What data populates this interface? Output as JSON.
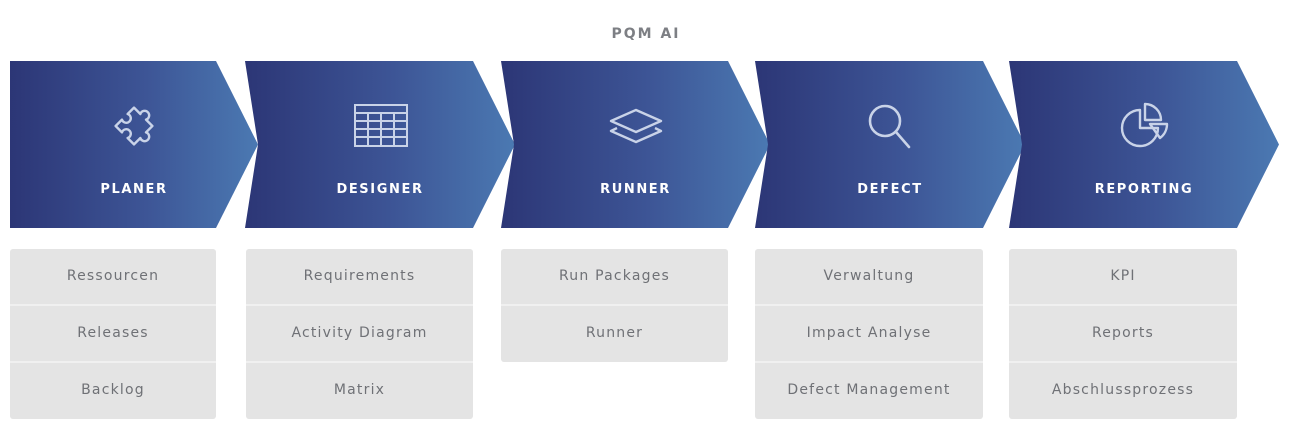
{
  "title": "PQM AI",
  "stages": [
    {
      "label": "PLANER",
      "icon": "puzzle-icon",
      "items": [
        "Ressourcen",
        "Releases",
        "Backlog"
      ]
    },
    {
      "label": "DESIGNER",
      "icon": "table-grid-icon",
      "items": [
        "Requirements",
        "Activity Diagram",
        "Matrix"
      ]
    },
    {
      "label": "RUNNER",
      "icon": "layers-icon",
      "items": [
        "Run Packages",
        "Runner"
      ]
    },
    {
      "label": "DEFECT",
      "icon": "search-icon",
      "items": [
        "Verwaltung",
        "Impact Analyse",
        "Defect Management"
      ]
    },
    {
      "label": "REPORTING",
      "icon": "pie-chart-icon",
      "items": [
        "KPI",
        "Reports",
        "Abschlussprozess"
      ]
    }
  ],
  "colors": {
    "gradient_start": "#2c3676",
    "gradient_end": "#4b79b2",
    "box_background": "#e4e4e4",
    "item_text": "#6f7176",
    "title_text": "#7d7f84"
  }
}
